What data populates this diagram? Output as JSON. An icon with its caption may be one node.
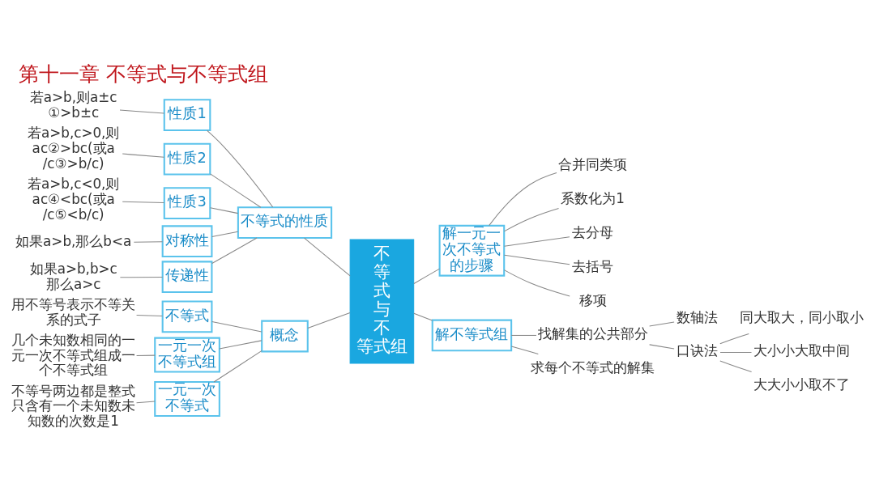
{
  "diagram": {
    "title": "第十一章 不等式与不等式组",
    "nodes": [
      {
        "text": [
          "用不等号表示不等关系的式子"
        ]
      },
      {
        "text": [
          "不等式"
        ]
      },
      {
        "text": [
          "不等号两边都是整式只含有一个未知数未知数的次数是1"
        ]
      },
      {
        "text": [
          "一元一次不等式"
        ]
      },
      {
        "text": [
          "几个未知数相同的一元一次不等式组成一个不等式组"
        ]
      },
      {
        "text": [
          "一元一次不等式组"
        ]
      },
      {
        "text": [
          "概念"
        ]
      },
      {
        "text": [
          "如果a>b,那么b<a"
        ]
      },
      {
        "text": [
          "对称性"
        ]
      },
      {
        "text": [
          "如果a>b,b>c那么a>c"
        ]
      },
      {
        "text": [
          "传递性"
        ]
      },
      {
        "text": [
          "若a>b,则a±c①>b±c"
        ]
      },
      {
        "text": [
          "性质1"
        ]
      },
      {
        "text": [
          "若a>b,c>0,则 ac②>bc(或a/c③>b/c)"
        ]
      },
      {
        "text": [
          "性质2"
        ]
      },
      {
        "text": [
          "若a>b,c<0,则 ac④<bc(或a/c⑤<b/c)"
        ]
      },
      {
        "text": [
          "性质3"
        ]
      },
      {
        "text": [
          "不等式的性质"
        ]
      },
      {
        "text": [
          "不等式与不等式组"
        ]
      },
      {
        "text": [
          "解一元一次不等式的步骤"
        ]
      },
      {
        "text": [
          "去分母"
        ]
      },
      {
        "text": [
          "去括号"
        ]
      },
      {
        "text": [
          "移项"
        ]
      },
      {
        "text": [
          "合并同类项"
        ]
      },
      {
        "text": [
          "系数化为1"
        ]
      },
      {
        "text": [
          "解不等式组"
        ]
      },
      {
        "text": [
          "求每个不等式的解集"
        ]
      },
      {
        "text": [
          "找解集的公共部分"
        ]
      },
      {
        "text": [
          "数轴法"
        ]
      },
      {
        "text": [
          "口诀法"
        ]
      },
      {
        "text": [
          "同大取大，同小取小"
        ]
      },
      {
        "text": [
          "大小小大取中间"
        ]
      },
      {
        "text": [
          "大大小小取不了"
        ]
      }
    ],
    "edges": [
      {
        "from": 0,
        "to": 1,
        "arrow": "none"
      },
      {
        "from": 1,
        "to": 6,
        "arrow": "none"
      },
      {
        "from": 2,
        "to": 3,
        "arrow": "none"
      },
      {
        "from": 3,
        "to": 6,
        "arrow": "none"
      },
      {
        "from": 4,
        "to": 5,
        "arrow": "none"
      },
      {
        "from": 5,
        "to": 6,
        "arrow": "none"
      },
      {
        "from": 6,
        "to": 18,
        "arrow": "none"
      },
      {
        "from": 7,
        "to": 8,
        "arrow": "none"
      },
      {
        "from": 8,
        "to": 17,
        "arrow": "none"
      },
      {
        "from": 9,
        "to": 10,
        "arrow": "none"
      },
      {
        "from": 10,
        "to": 17,
        "arrow": "none"
      },
      {
        "from": 11,
        "to": 12,
        "arrow": "none"
      },
      {
        "from": 12,
        "to": 17,
        "arrow": "none"
      },
      {
        "from": 13,
        "to": 14,
        "arrow": "none"
      },
      {
        "from": 14,
        "to": 17,
        "arrow": "none"
      },
      {
        "from": 15,
        "to": 16,
        "arrow": "none"
      },
      {
        "from": 16,
        "to": 17,
        "arrow": "none"
      },
      {
        "from": 17,
        "to": 18,
        "arrow": "none"
      },
      {
        "from": 18,
        "to": 19,
        "arrow": "none"
      },
      {
        "from": 19,
        "to": 20,
        "arrow": "none"
      },
      {
        "from": 19,
        "to": 21,
        "arrow": "none"
      },
      {
        "from": 19,
        "to": 22,
        "arrow": "none"
      },
      {
        "from": 19,
        "to": 23,
        "arrow": "none"
      },
      {
        "from": 19,
        "to": 24,
        "arrow": "none"
      },
      {
        "from": 18,
        "to": 25,
        "arrow": "none"
      },
      {
        "from": 25,
        "to": 26,
        "arrow": "none"
      },
      {
        "from": 25,
        "to": 27,
        "arrow": "none"
      },
      {
        "from": 27,
        "to": 28,
        "arrow": "none"
      },
      {
        "from": 27,
        "to": 29,
        "arrow": "none"
      },
      {
        "from": 29,
        "to": 30,
        "arrow": "none"
      },
      {
        "from": 29,
        "to": 31,
        "arrow": "none"
      },
      {
        "from": 29,
        "to": 32,
        "arrow": "none"
      }
    ]
  }
}
